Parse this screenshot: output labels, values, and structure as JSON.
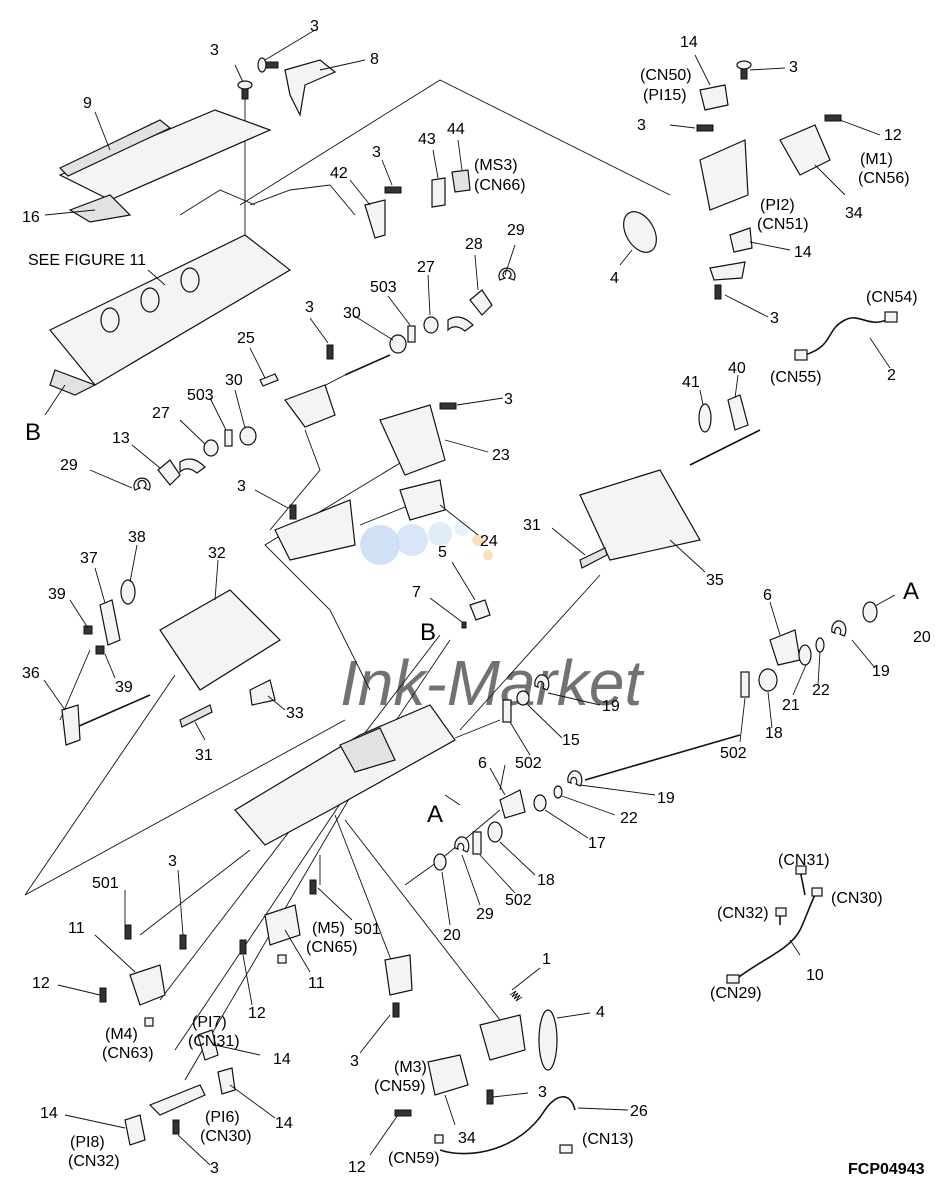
{
  "figure": {
    "id": "FCP04943",
    "see_note": "SEE FIGURE 11",
    "watermark": "Ink-Market"
  },
  "callouts": [
    {
      "id": "c3a",
      "text": "3"
    },
    {
      "id": "c8",
      "text": "8"
    },
    {
      "id": "c3b",
      "text": "3"
    },
    {
      "id": "c9",
      "text": "9"
    },
    {
      "id": "c16",
      "text": "16"
    },
    {
      "id": "cB1",
      "text": "B"
    },
    {
      "id": "c3c",
      "text": "3"
    },
    {
      "id": "c43",
      "text": "43"
    },
    {
      "id": "c44",
      "text": "44"
    },
    {
      "id": "cMS3",
      "text": "(MS3)"
    },
    {
      "id": "cCN66",
      "text": "(CN66)"
    },
    {
      "id": "c42",
      "text": "42"
    },
    {
      "id": "c14a",
      "text": "14"
    },
    {
      "id": "cCN50",
      "text": "(CN50)"
    },
    {
      "id": "cPI15",
      "text": "(PI15)"
    },
    {
      "id": "c3d",
      "text": "3"
    },
    {
      "id": "c3e",
      "text": "3"
    },
    {
      "id": "c12a",
      "text": "12"
    },
    {
      "id": "cM1",
      "text": "(M1)"
    },
    {
      "id": "cCN56",
      "text": "(CN56)"
    },
    {
      "id": "c34a",
      "text": "34"
    },
    {
      "id": "cPI2",
      "text": "(PI2)"
    },
    {
      "id": "cCN51",
      "text": "(CN51)"
    },
    {
      "id": "c14b",
      "text": "14"
    },
    {
      "id": "c4a",
      "text": "4"
    },
    {
      "id": "c3f",
      "text": "3"
    },
    {
      "id": "cCN54",
      "text": "(CN54)"
    },
    {
      "id": "cCN55",
      "text": "(CN55)"
    },
    {
      "id": "c2",
      "text": "2"
    },
    {
      "id": "c29a",
      "text": "29"
    },
    {
      "id": "c28",
      "text": "28"
    },
    {
      "id": "c27a",
      "text": "27"
    },
    {
      "id": "c503a",
      "text": "503"
    },
    {
      "id": "c30a",
      "text": "30"
    },
    {
      "id": "c3g",
      "text": "3"
    },
    {
      "id": "c25",
      "text": "25"
    },
    {
      "id": "c503b",
      "text": "503"
    },
    {
      "id": "c30b",
      "text": "30"
    },
    {
      "id": "c27b",
      "text": "27"
    },
    {
      "id": "c13",
      "text": "13"
    },
    {
      "id": "c29b",
      "text": "29"
    },
    {
      "id": "c3h",
      "text": "3"
    },
    {
      "id": "c23",
      "text": "23"
    },
    {
      "id": "c3i",
      "text": "3"
    },
    {
      "id": "c24",
      "text": "24"
    },
    {
      "id": "c41",
      "text": "41"
    },
    {
      "id": "c40",
      "text": "40"
    },
    {
      "id": "c31a",
      "text": "31"
    },
    {
      "id": "c35",
      "text": "35"
    },
    {
      "id": "c38",
      "text": "38"
    },
    {
      "id": "c37",
      "text": "37"
    },
    {
      "id": "c32",
      "text": "32"
    },
    {
      "id": "c39a",
      "text": "39"
    },
    {
      "id": "c39b",
      "text": "39"
    },
    {
      "id": "c36",
      "text": "36"
    },
    {
      "id": "c33",
      "text": "33"
    },
    {
      "id": "c31b",
      "text": "31"
    },
    {
      "id": "c5",
      "text": "5"
    },
    {
      "id": "c7",
      "text": "7"
    },
    {
      "id": "cB2",
      "text": "B"
    },
    {
      "id": "c6a",
      "text": "6"
    },
    {
      "id": "cA1",
      "text": "A"
    },
    {
      "id": "c20a",
      "text": "20"
    },
    {
      "id": "c19a",
      "text": "19"
    },
    {
      "id": "c22a",
      "text": "22"
    },
    {
      "id": "c21",
      "text": "21"
    },
    {
      "id": "c18a",
      "text": "18"
    },
    {
      "id": "c502a",
      "text": "502"
    },
    {
      "id": "c19b",
      "text": "19"
    },
    {
      "id": "c15",
      "text": "15"
    },
    {
      "id": "c502b",
      "text": "502"
    },
    {
      "id": "c6b",
      "text": "6"
    },
    {
      "id": "c19c",
      "text": "19"
    },
    {
      "id": "c22b",
      "text": "22"
    },
    {
      "id": "c17",
      "text": "17"
    },
    {
      "id": "cA2",
      "text": "A"
    },
    {
      "id": "c18b",
      "text": "18"
    },
    {
      "id": "c502c",
      "text": "502"
    },
    {
      "id": "c29c",
      "text": "29"
    },
    {
      "id": "c20b",
      "text": "20"
    },
    {
      "id": "cCN31a",
      "text": "(CN31)"
    },
    {
      "id": "cCN30a",
      "text": "(CN30)"
    },
    {
      "id": "cCN32a",
      "text": "(CN32)"
    },
    {
      "id": "c10",
      "text": "10"
    },
    {
      "id": "cCN29",
      "text": "(CN29)"
    },
    {
      "id": "c501a",
      "text": "501"
    },
    {
      "id": "c3j",
      "text": "3"
    },
    {
      "id": "c501b",
      "text": "501"
    },
    {
      "id": "cM5",
      "text": "(M5)"
    },
    {
      "id": "cCN65",
      "text": "(CN65)"
    },
    {
      "id": "c11a",
      "text": "11"
    },
    {
      "id": "c11b",
      "text": "11"
    },
    {
      "id": "c12b",
      "text": "12"
    },
    {
      "id": "c12c",
      "text": "12"
    },
    {
      "id": "cM4",
      "text": "(M4)"
    },
    {
      "id": "cCN63",
      "text": "(CN63)"
    },
    {
      "id": "cPI7",
      "text": "(PI7)"
    },
    {
      "id": "cCN31b",
      "text": "(CN31)"
    },
    {
      "id": "c14c",
      "text": "14"
    },
    {
      "id": "c1",
      "text": "1"
    },
    {
      "id": "c4b",
      "text": "4"
    },
    {
      "id": "c3k",
      "text": "3"
    },
    {
      "id": "cM3",
      "text": "(M3)"
    },
    {
      "id": "cCN59a",
      "text": "(CN59)"
    },
    {
      "id": "c3l",
      "text": "3"
    },
    {
      "id": "c26",
      "text": "26"
    },
    {
      "id": "c14d",
      "text": "14"
    },
    {
      "id": "cPI6",
      "text": "(PI6)"
    },
    {
      "id": "cCN30b",
      "text": "(CN30)"
    },
    {
      "id": "c14e",
      "text": "14"
    },
    {
      "id": "cPI8",
      "text": "(PI8)"
    },
    {
      "id": "cCN32b",
      "text": "(CN32)"
    },
    {
      "id": "c3m",
      "text": "3"
    },
    {
      "id": "c12d",
      "text": "12"
    },
    {
      "id": "c34b",
      "text": "34"
    },
    {
      "id": "cCN59b",
      "text": "(CN59)"
    },
    {
      "id": "cCN13",
      "text": "(CN13)"
    }
  ]
}
